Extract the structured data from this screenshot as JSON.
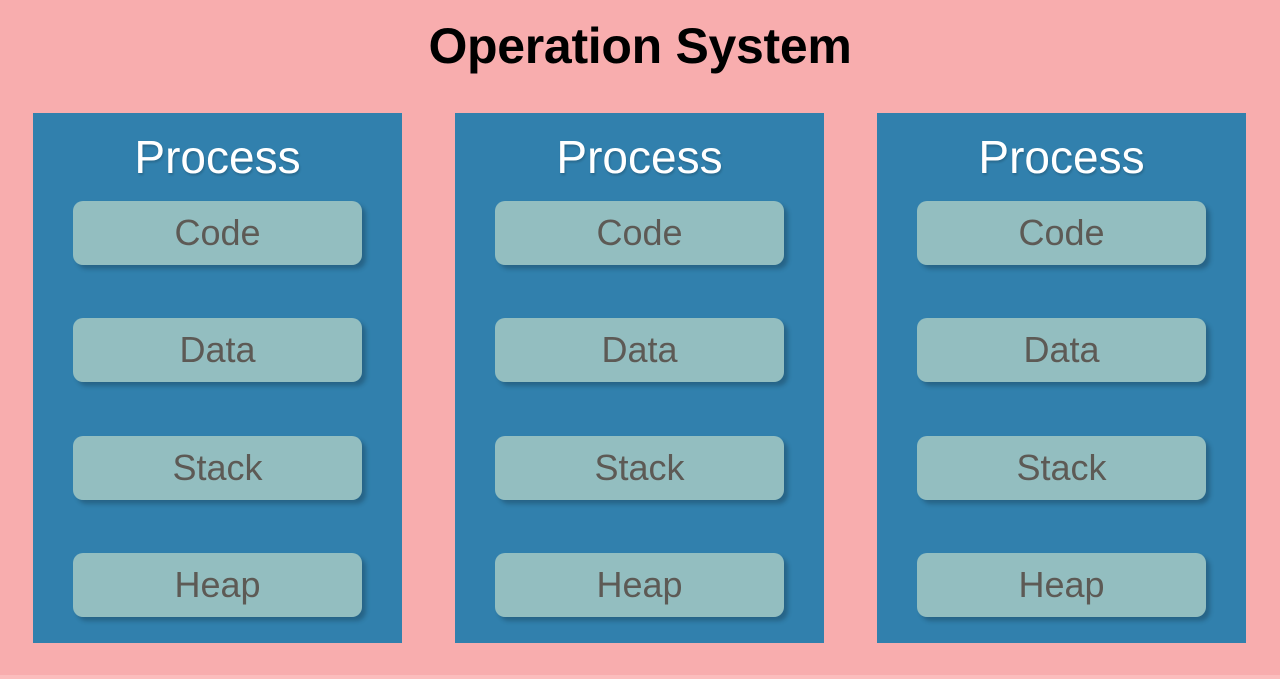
{
  "diagram": {
    "title": "Operation System",
    "background_color": "#f8adae",
    "title_color": "#000000",
    "process_color": "#3180ad",
    "segment_color": "#93bec0",
    "segment_label_color": "#5d5a55",
    "process_heading_color": "#ffffff",
    "processes": [
      {
        "heading": "Process",
        "segments": [
          {
            "label": "Code"
          },
          {
            "label": "Data"
          },
          {
            "label": "Stack"
          },
          {
            "label": "Heap"
          }
        ]
      },
      {
        "heading": "Process",
        "segments": [
          {
            "label": "Code"
          },
          {
            "label": "Data"
          },
          {
            "label": "Stack"
          },
          {
            "label": "Heap"
          }
        ]
      },
      {
        "heading": "Process",
        "segments": [
          {
            "label": "Code"
          },
          {
            "label": "Data"
          },
          {
            "label": "Stack"
          },
          {
            "label": "Heap"
          }
        ]
      }
    ]
  }
}
